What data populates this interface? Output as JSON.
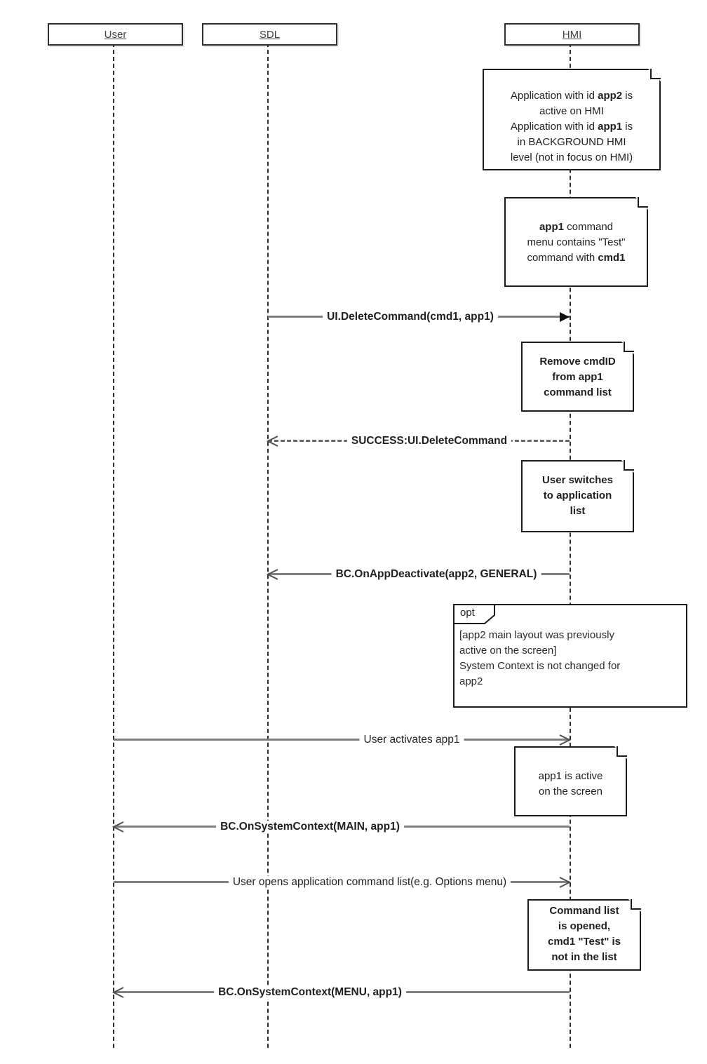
{
  "diagram": {
    "type": "uml-sequence-diagram",
    "colors": {
      "background": "#ffffff",
      "border": "#1c1c1c",
      "message_line": "#7f7f7f",
      "text": "#1f1f1f"
    },
    "actors": [
      {
        "id": "user",
        "label": "User"
      },
      {
        "id": "sdl",
        "label": "SDL"
      },
      {
        "id": "hmi",
        "label": "HMI"
      }
    ],
    "notes": [
      {
        "id": "note-initial-hmi-state",
        "anchor": "HMI",
        "lines": [
          [
            {
              "t": "Application with id "
            },
            {
              "t": "app2",
              "b": true
            },
            {
              "t": " is"
            }
          ],
          [
            {
              "t": "active on HMI"
            }
          ],
          [
            {
              "t": "Application with id "
            },
            {
              "t": "app1",
              "b": true
            },
            {
              "t": " is"
            }
          ],
          [
            {
              "t": "in BACKGROUND HMI"
            }
          ],
          [
            {
              "t": "level (not in focus on HMI)"
            }
          ]
        ]
      },
      {
        "id": "note-app1-command-menu",
        "anchor": "HMI",
        "lines": [
          [
            {
              "t": "app1",
              "b": true
            },
            {
              "t": " command"
            }
          ],
          [
            {
              "t": "menu contains \"Test\""
            }
          ],
          [
            {
              "t": "command with "
            },
            {
              "t": "cmd1",
              "b": true
            }
          ]
        ]
      },
      {
        "id": "note-remove-cmdid",
        "anchor": "HMI",
        "lines": [
          [
            {
              "t": "Remove cmdID"
            }
          ],
          [
            {
              "t": "from app1"
            }
          ],
          [
            {
              "t": "command list"
            }
          ]
        ]
      },
      {
        "id": "note-user-switches",
        "anchor": "HMI",
        "lines": [
          [
            {
              "t": "User switches"
            }
          ],
          [
            {
              "t": "to application"
            }
          ],
          [
            {
              "t": "list"
            }
          ]
        ]
      },
      {
        "id": "note-app1-active",
        "anchor": "HMI",
        "lines": [
          [
            {
              "t": "app1 is active"
            }
          ],
          [
            {
              "t": "on the screen"
            }
          ]
        ]
      },
      {
        "id": "note-command-list-opened",
        "anchor": "HMI",
        "lines": [
          [
            {
              "t": "Command list"
            }
          ],
          [
            {
              "t": "is opened,"
            }
          ],
          [
            {
              "t": "cmd1 \"Test\" is"
            }
          ],
          [
            {
              "t": "not in the list"
            }
          ]
        ]
      }
    ],
    "fragment": {
      "operator": "opt",
      "guard_lines": [
        "[app2 main layout was previously",
        "active on the screen]",
        "System Context is not changed for",
        "app2"
      ]
    },
    "messages": [
      {
        "label": "UI.DeleteCommand(cmd1, app1)",
        "from": "SDL",
        "to": "HMI",
        "line_style": "solid",
        "head": "filled",
        "bold": true
      },
      {
        "label": "SUCCESS:UI.DeleteCommand",
        "from": "HMI",
        "to": "SDL",
        "line_style": "dashed",
        "head": "open",
        "bold": true
      },
      {
        "label": "BC.OnAppDeactivate(app2, GENERAL)",
        "from": "HMI",
        "to": "SDL",
        "line_style": "solid",
        "head": "open",
        "bold": true
      },
      {
        "label": "User activates app1",
        "from": "User",
        "to": "HMI",
        "line_style": "solid",
        "head": "open",
        "bold": false
      },
      {
        "label": "BC.OnSystemContext(MAIN, app1)",
        "from": "HMI",
        "to": "User",
        "line_style": "solid",
        "head": "open",
        "bold": true
      },
      {
        "label": "User opens application command list(e.g. Options menu)",
        "from": "User",
        "to": "HMI",
        "line_style": "solid",
        "head": "open",
        "bold": false
      },
      {
        "label": "BC.OnSystemContext(MENU, app1)",
        "from": "HMI",
        "to": "User",
        "line_style": "solid",
        "head": "open",
        "bold": true
      }
    ]
  }
}
